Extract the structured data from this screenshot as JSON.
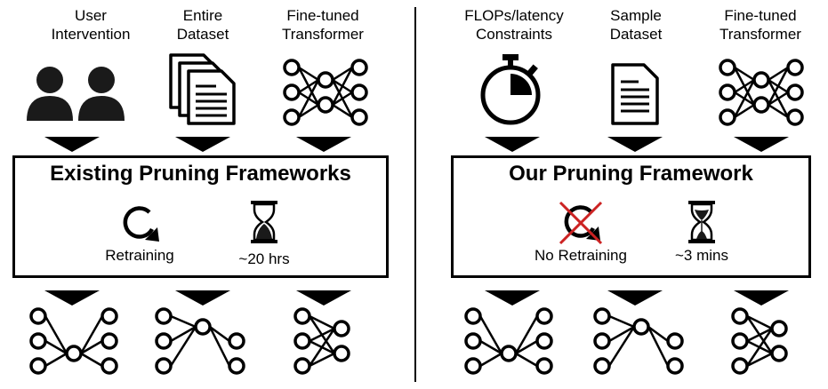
{
  "left": {
    "inputs": [
      {
        "line1": "User",
        "line2": "Intervention",
        "icon": "users-icon"
      },
      {
        "line1": "Entire",
        "line2": "Dataset",
        "icon": "documents-stack-icon"
      },
      {
        "line1": "Fine-tuned",
        "line2": "Transformer",
        "icon": "neural-network-icon"
      }
    ],
    "title": "Existing Pruning Frameworks",
    "items": [
      {
        "label": "Retraining",
        "icon": "retrain-cycle-icon"
      },
      {
        "label": "~20 hrs",
        "icon": "hourglass-icon"
      }
    ]
  },
  "right": {
    "inputs": [
      {
        "line1": "FLOPs/latency",
        "line2": "Constraints",
        "icon": "stopwatch-icon"
      },
      {
        "line1": "Sample",
        "line2": "Dataset",
        "icon": "document-icon"
      },
      {
        "line1": "Fine-tuned",
        "line2": "Transformer",
        "icon": "neural-network-icon"
      }
    ],
    "title": "Our Pruning Framework",
    "items": [
      {
        "label": "No Retraining",
        "icon": "crossed-retrain-cycle-icon"
      },
      {
        "label": "~3 mins",
        "icon": "hourglass-icon"
      }
    ]
  },
  "colors": {
    "stroke": "#000000",
    "fill": "#1a1a1a",
    "cross": "#cc2222"
  }
}
